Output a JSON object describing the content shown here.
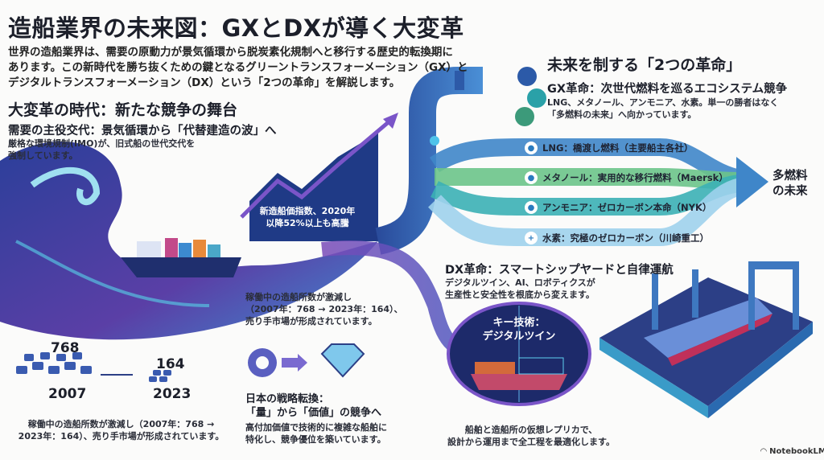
{
  "title": "造船業界の未来図：GXとDXが導く大変革",
  "intro": [
    "世界の造船業界は、需要の原動力が景気循環から脱炭素化規制へと移行する歴史的転換期に",
    "あります。この新時代を勝ち抜くための鍵となるグリーントランスフォーメーション（GX）と",
    "デジタルトランスフォーメーション（DX）という「2つの革命」を解説します。"
  ],
  "era": {
    "heading": "大変革の時代：新たな競争の舞台",
    "subheading": "需要の主役交代：景気循環から「代替建造の波」へ",
    "body": [
      "厳格な環境規制(IMO)が、旧式船の世代交代を",
      "強制しています。"
    ],
    "chart_label": [
      "新造船価指数、2020年",
      "以降52%以上も高騰"
    ],
    "shipyard_note": [
      "稼働中の造船所数が激減し",
      "（2007年：768 → 2023年：164）、",
      "売り手市場が形成されています。"
    ],
    "count_2007": "768",
    "count_2023": "164",
    "year_2007": "2007",
    "year_2023": "2023",
    "count_caption": [
      "稼働中の造船所数が激減し（2007年：768 →",
      "2023年：164）、売り手市場が形成されています。"
    ],
    "strategy_heading": [
      "日本の戦略転換：",
      "「量」から「価値」の競争へ"
    ],
    "strategy_body": [
      "高付加価値で技術的に複雑な船舶に",
      "特化し、競争優位を築いています。"
    ]
  },
  "future": {
    "heading": "未来を制する「2つの革命」",
    "gx_heading": "GX革命：次世代燃料を巡るエコシステム競争",
    "gx_body": [
      "LNG、メタノール、アンモニア、水素。単一の勝者はなく",
      "「多燃料の未来」へ向かっています。"
    ],
    "fuels": [
      {
        "label": "LNG：橋渡し燃料（主要船主各社）",
        "color": "#3f86c9",
        "icon": "droplet-icon"
      },
      {
        "label": "メタノール：実用的な移行燃料（Maersk）",
        "color": "#6cc48a",
        "icon": "droplet-icon"
      },
      {
        "label": "アンモニア：ゼロカーボン本命（NYK）",
        "color": "#3bb0b5",
        "icon": "droplet-icon"
      },
      {
        "label": "水素：究極のゼロカーボン（川崎重工）",
        "color": "#9fd2ec",
        "icon": "plus-icon"
      }
    ],
    "destination": [
      "多燃料",
      "の未来"
    ],
    "dx_heading": "DX革命：スマートシップヤードと自律運航",
    "dx_body": [
      "デジタルツイン、AI、ロボティクスが",
      "生産性と安全性を根底から変えます。"
    ],
    "key_tech": [
      "キー技術：",
      "デジタルツイン"
    ],
    "twin_caption": [
      "船舶と造船所の仮想レプリカで、",
      "設計から運用まで全工程を最適化します。"
    ]
  },
  "brand": "NotebookLM"
}
